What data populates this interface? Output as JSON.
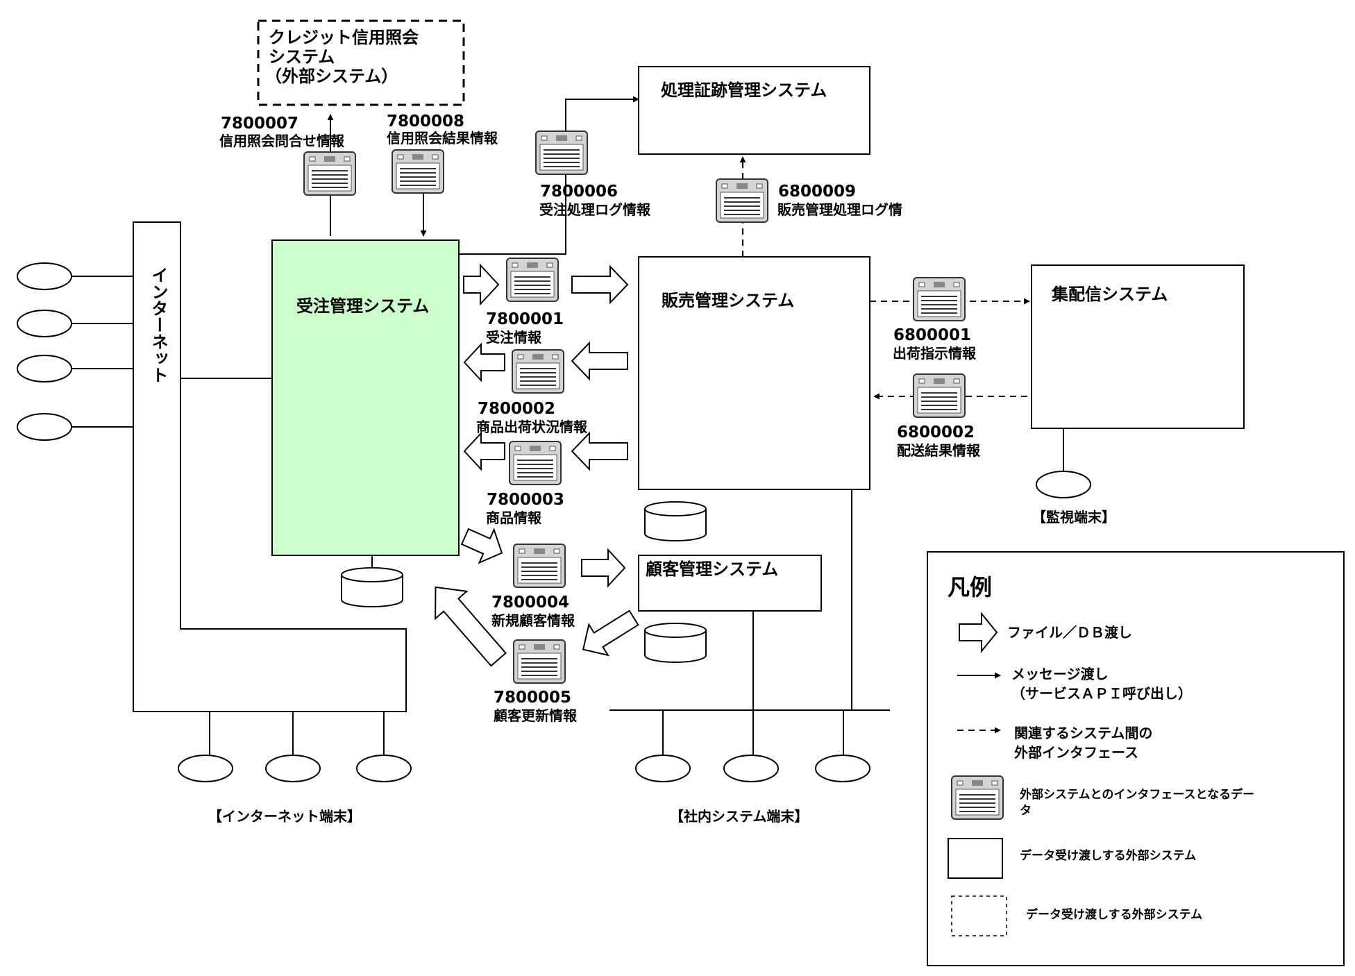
{
  "systems": {
    "credit": {
      "line1": "クレジット信用照会",
      "line2": "システム",
      "line3": "（外部システム）"
    },
    "audit": "処理証跡管理システム",
    "order": "受注管理システム",
    "sales": "販売管理システム",
    "delivery": "集配信システム",
    "customer": "顧客管理システム"
  },
  "internet": "インターネット",
  "terminals": {
    "internet": "【インターネット端末】",
    "internal": "【社内システム端末】",
    "monitor": "【監視端末】"
  },
  "interfaces": [
    {
      "code": "7800007",
      "name": "信用照会問合せ情報"
    },
    {
      "code": "7800008",
      "name": "信用照会結果情報"
    },
    {
      "code": "7800006",
      "name": "受注処理ログ情報"
    },
    {
      "code": "6800009",
      "name": "販売管理処理ログ情"
    },
    {
      "code": "7800001",
      "name": "受注情報"
    },
    {
      "code": "7800002",
      "name": "商品出荷状況情報"
    },
    {
      "code": "7800003",
      "name": "商品情報"
    },
    {
      "code": "7800004",
      "name": "新規顧客情報"
    },
    {
      "code": "7800005",
      "name": "顧客更新情報"
    },
    {
      "code": "6800001",
      "name": "出荷指示情報"
    },
    {
      "code": "6800002",
      "name": "配送結果情報"
    }
  ],
  "legend": {
    "title": "凡例",
    "file_db": "ファイル／ＤＢ渡し",
    "message_line1": "メッセージ渡し",
    "message_line2": "（サービスＡＰＩ呼び出し）",
    "related_line1": "関連するシステム間の",
    "related_line2": "外部インタフェース",
    "interface_data_line1": "外部システムとのインタフェースとなるデー",
    "interface_data_line2": "タ",
    "external_solid": "データ受け渡しする外部システム",
    "external_dashed": "データ受け渡しする外部システム"
  },
  "colors": {
    "order_system_fill": "#ccffcc",
    "doc_icon_fill": "#d4d4d4"
  }
}
